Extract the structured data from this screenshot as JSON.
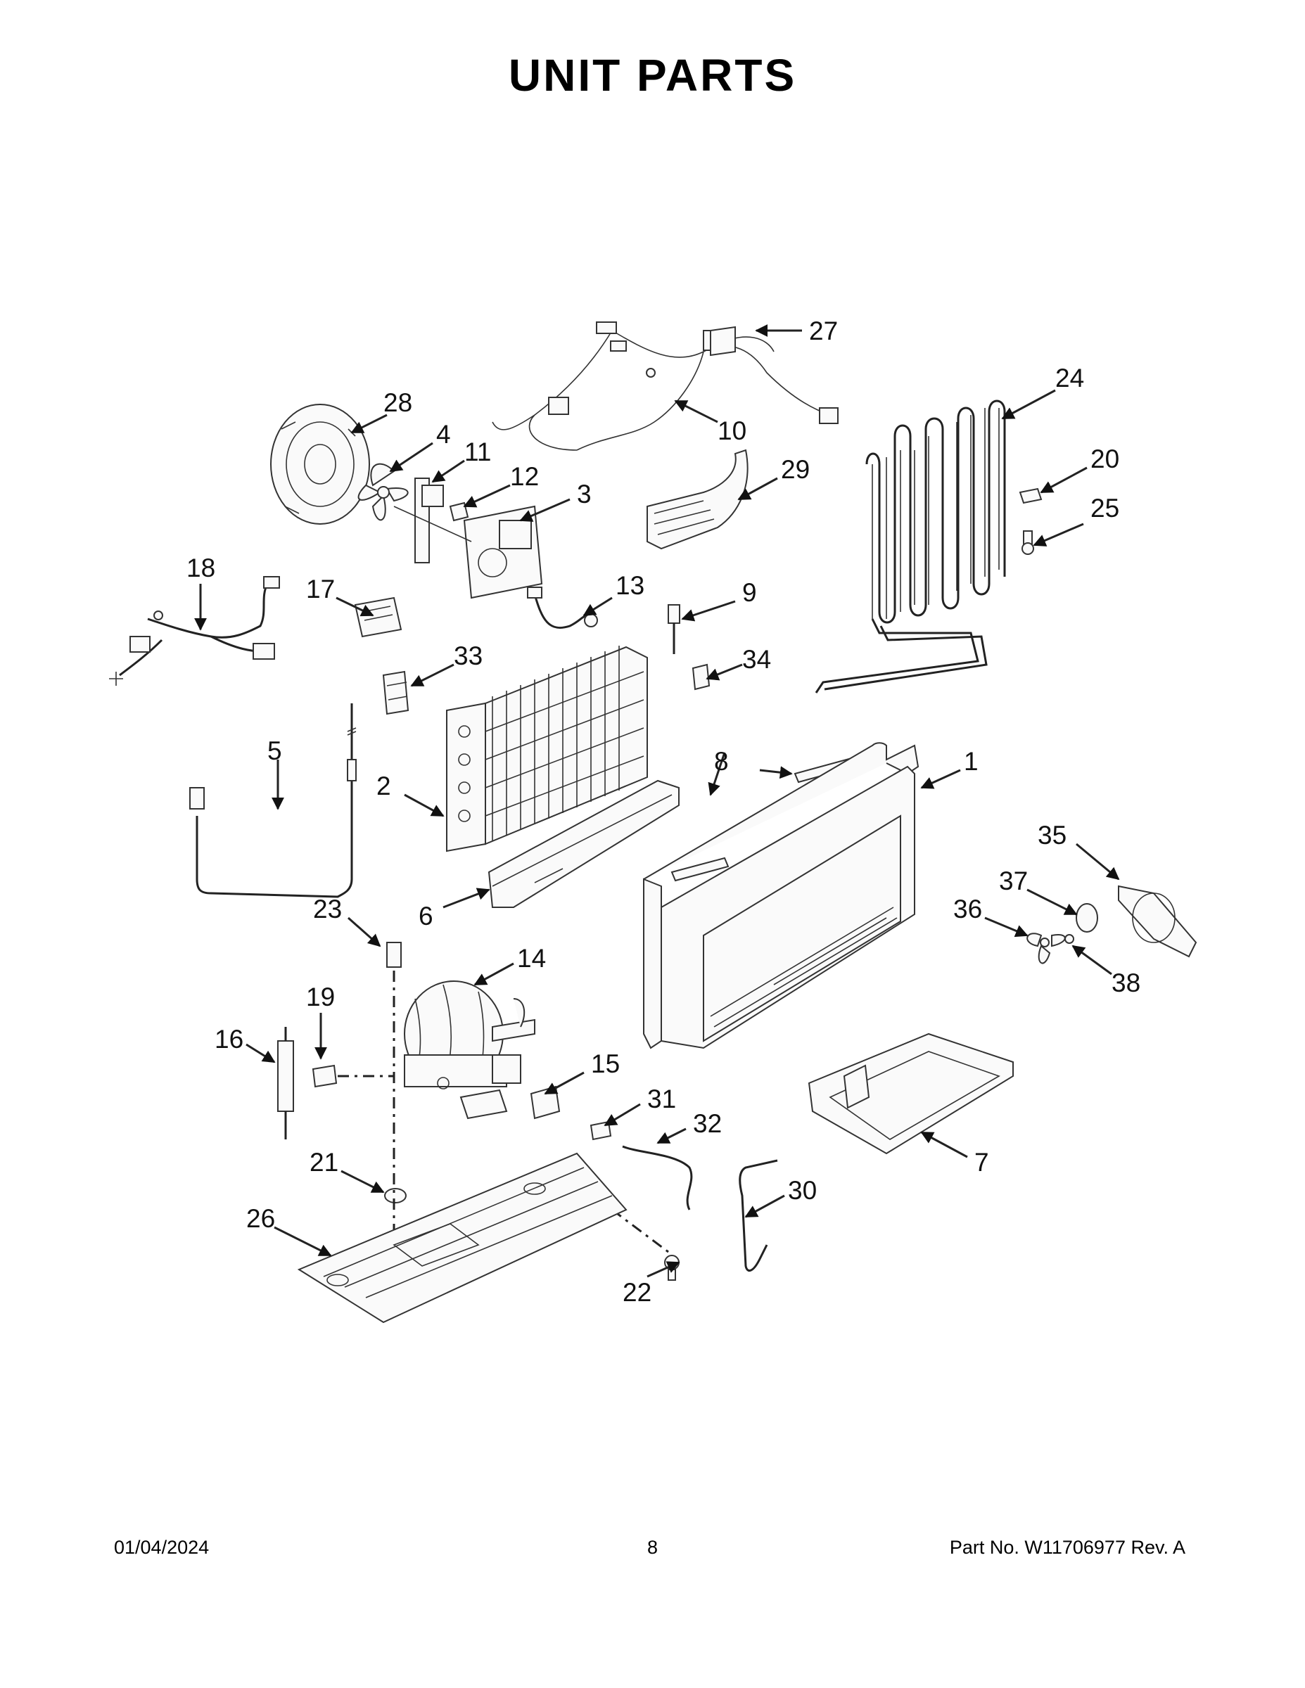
{
  "title": "UNIT PARTS",
  "footer": {
    "date": "01/04/2024",
    "page": "8",
    "part_number": "Part No.  W11706977  Rev.  A"
  },
  "callouts": [
    "1",
    "2",
    "3",
    "4",
    "5",
    "6",
    "7",
    "8",
    "9",
    "10",
    "11",
    "12",
    "13",
    "14",
    "15",
    "16",
    "17",
    "18",
    "19",
    "20",
    "21",
    "22",
    "23",
    "24",
    "25",
    "26",
    "27",
    "28",
    "29",
    "30",
    "31",
    "32",
    "33",
    "34",
    "35",
    "36",
    "37",
    "38"
  ]
}
